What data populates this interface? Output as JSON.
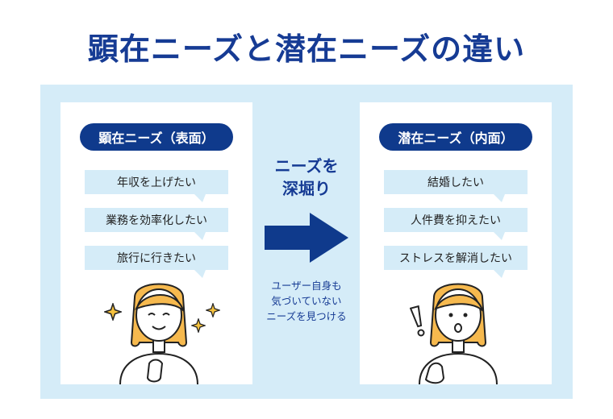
{
  "title": "顕在ニーズと潜在ニーズの違い",
  "left": {
    "label": "顕在ニーズ（表面）",
    "bubbles": [
      "年収を上げたい",
      "業務を効率化したい",
      "旅行に行きたい"
    ]
  },
  "right": {
    "label": "潜在ニーズ（内面）",
    "bubbles": [
      "結婚したい",
      "人件費を抑えたい",
      "ストレスを解消したい"
    ]
  },
  "center": {
    "heading_line1": "ニーズを",
    "heading_line2": "深堀り",
    "note_line1": "ユーザー自身も",
    "note_line2": "気づいていない",
    "note_line3": "ニーズを見つける"
  },
  "colors": {
    "navy": "#0f3a8c",
    "light_blue": "#d5ecf8",
    "hair": "#f6b94e"
  },
  "icons": [
    "sparkle-icon",
    "exclamation-icon",
    "arrow-right-icon"
  ]
}
